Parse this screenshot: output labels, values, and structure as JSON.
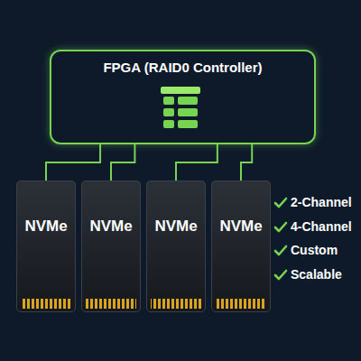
{
  "diagram": {
    "nodes": [
      {
        "text": [
          "FPGA (RAID0 Controller)"
        ]
      },
      {
        "text": [
          "NVMe"
        ]
      },
      {
        "text": [
          "NVMe"
        ]
      },
      {
        "text": [
          "NVMe"
        ]
      },
      {
        "text": [
          "NVMe"
        ]
      }
    ],
    "edges": [
      {
        "from": 0,
        "to": 1,
        "arrow": "none"
      },
      {
        "from": 0,
        "to": 2,
        "arrow": "none"
      },
      {
        "from": 0,
        "to": 3,
        "arrow": "none"
      },
      {
        "from": 0,
        "to": 4,
        "arrow": "none"
      }
    ],
    "labels": [
      "2-Channel",
      "4-Channel",
      "Custom",
      "Scalable"
    ]
  }
}
